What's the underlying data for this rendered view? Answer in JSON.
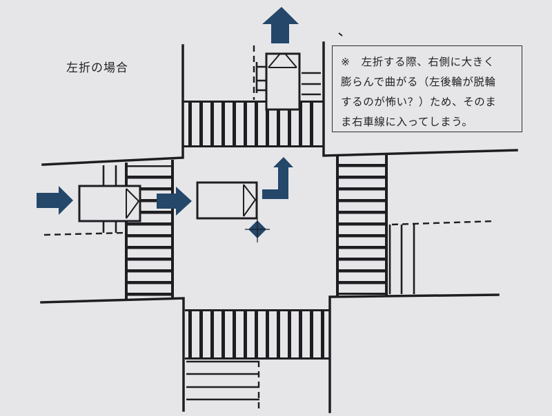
{
  "title": "左折の場合",
  "note": {
    "lines": [
      "※　左折する際、右側に大きく",
      "膨らんで曲がる（左後輪が脱輪",
      "するのが怖い？）ため、そのま",
      "ま右車線に入ってしまう。"
    ]
  },
  "colors": {
    "background": "#e6e6e9",
    "line": "#1e1e22",
    "arrow": "#24476a"
  },
  "icons": {
    "arrows": [
      "arrow-right-icon",
      "arrow-up-icon",
      "arrow-turn-up-icon"
    ],
    "cars": [
      "car-icon"
    ],
    "marker": "crosshair-marker-icon"
  }
}
